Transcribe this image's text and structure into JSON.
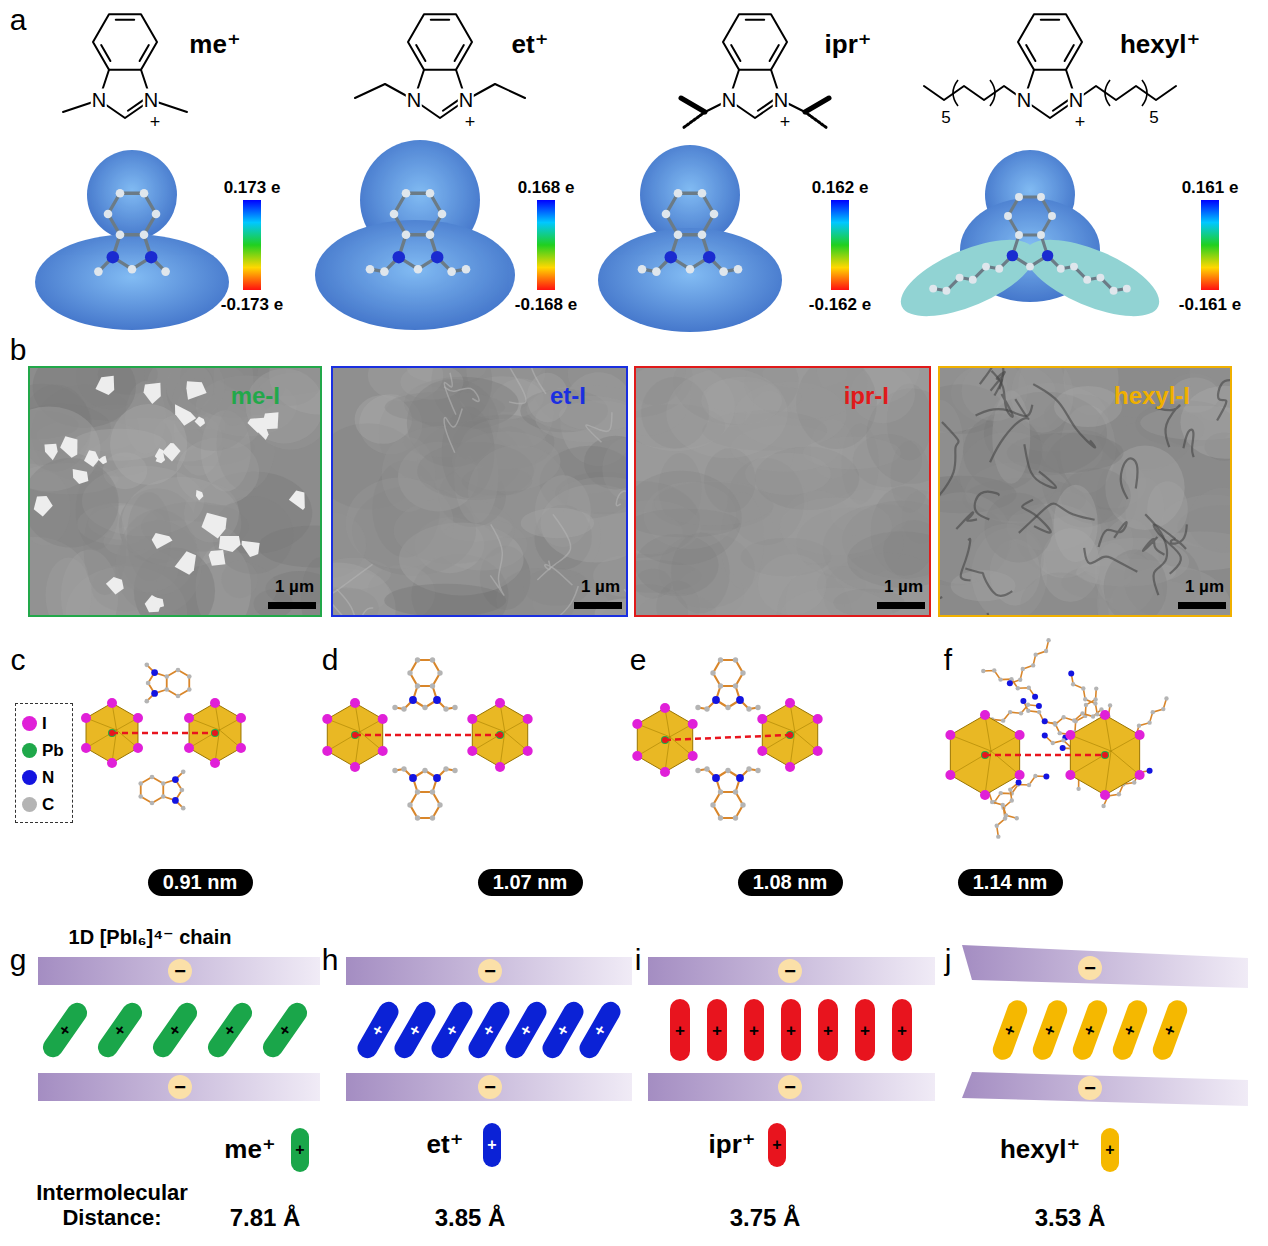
{
  "diagram": {
    "nodes": [
      {
        "text": [
          "me-I",
          "1 µm"
        ]
      },
      {
        "text": [
          "et-I",
          "1 µm"
        ]
      },
      {
        "text": [
          "ipr-I",
          "1 µm"
        ]
      },
      {
        "text": [
          "hexyl-I",
          "1 µm"
        ]
      },
      {
        "text": [
          "0.91 nm"
        ]
      },
      {
        "text": [
          "1.07 nm"
        ]
      },
      {
        "text": [
          "1.08 nm"
        ]
      },
      {
        "text": [
          "1.14 nm"
        ]
      },
      {
        "text": [
          "−"
        ]
      },
      {
        "text": [
          "+"
        ]
      },
      {
        "text": [
          "+"
        ]
      },
      {
        "text": [
          "+"
        ]
      },
      {
        "text": [
          "+"
        ]
      },
      {
        "text": [
          "+"
        ]
      },
      {
        "text": [
          "−"
        ]
      },
      {
        "text": [
          "−"
        ]
      },
      {
        "text": [
          "+"
        ]
      },
      {
        "text": [
          "+"
        ]
      },
      {
        "text": [
          "+"
        ]
      },
      {
        "text": [
          "+"
        ]
      },
      {
        "text": [
          "+"
        ]
      },
      {
        "text": [
          "+"
        ]
      },
      {
        "text": [
          "+"
        ]
      },
      {
        "text": [
          "−"
        ]
      },
      {
        "text": [
          "−"
        ]
      },
      {
        "text": [
          "+"
        ]
      },
      {
        "text": [
          "+"
        ]
      },
      {
        "text": [
          "+"
        ]
      },
      {
        "text": [
          "+"
        ]
      },
      {
        "text": [
          "+"
        ]
      },
      {
        "text": [
          "+"
        ]
      },
      {
        "text": [
          "+"
        ]
      },
      {
        "text": [
          "−"
        ]
      },
      {
        "text": [
          "−"
        ]
      },
      {
        "text": [
          "+"
        ]
      },
      {
        "text": [
          "+"
        ]
      },
      {
        "text": [
          "+"
        ]
      },
      {
        "text": [
          "+"
        ]
      },
      {
        "text": [
          "+"
        ]
      },
      {
        "text": [
          "−"
        ]
      },
      {
        "text": [
          "+"
        ]
      },
      {
        "text": [
          "+"
        ]
      },
      {
        "text": [
          "+"
        ]
      },
      {
        "text": [
          "+"
        ]
      }
    ],
    "labels": [
      "a",
      "N",
      "N",
      "+",
      "me⁺",
      "0.173 e",
      "-0.173 e",
      "N",
      "N",
      "+",
      "et⁺",
      "0.168 e",
      "-0.168 e",
      "N",
      "N",
      "+",
      "ipr⁺",
      "0.162 e",
      "-0.162 e",
      "5",
      "N",
      "N",
      "5",
      "+",
      "hexyl⁺",
      "0.161 e",
      "-0.161 e",
      "b",
      "c",
      "d",
      "e",
      "f",
      "g",
      "1D [PbI₆]⁴⁻ chain",
      "h",
      "i",
      "j",
      "me⁺",
      "et⁺",
      "ipr⁺",
      "hexyl⁺",
      "Intermolecular Distance:",
      "7.81 Å",
      "3.85 Å",
      "3.75 Å",
      "3.53 Å"
    ],
    "legend": [
      {
        "text": "I",
        "color": "#e020d8"
      },
      {
        "text": "Pb",
        "color": "#1fa84a"
      },
      {
        "text": "N",
        "color": "#1414e0"
      },
      {
        "text": "C",
        "color": "#b4b4b4"
      }
    ]
  }
}
